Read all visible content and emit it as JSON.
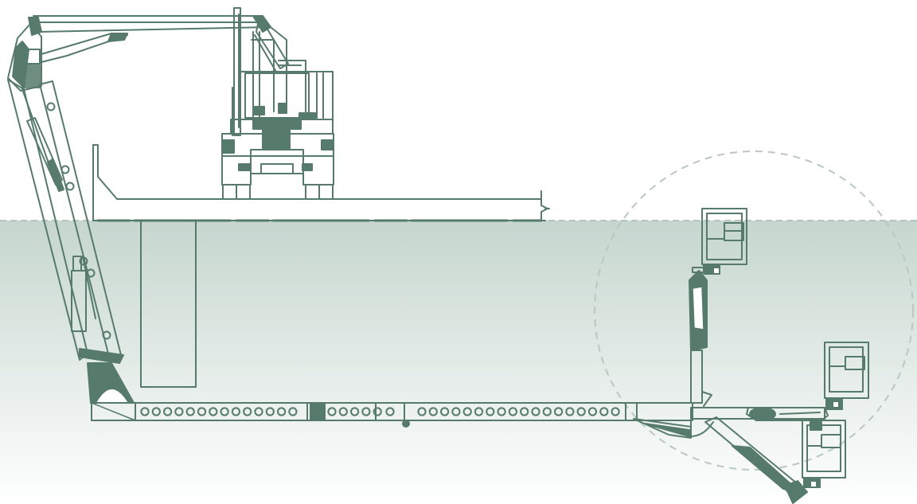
{
  "colors": {
    "line": "#567a6b",
    "fill": "#567a6b",
    "water_top": "#c6d6cf",
    "water_bottom": "#ffffff",
    "reach_circle": "#b9c8c2",
    "waterline": "#a9bab3",
    "paper": "#ffffff"
  },
  "scene": {
    "subject": "bridge-inspection-truck",
    "boom_reach_indicator": "dashed-circle",
    "under_deck_platform_rings": 38
  }
}
